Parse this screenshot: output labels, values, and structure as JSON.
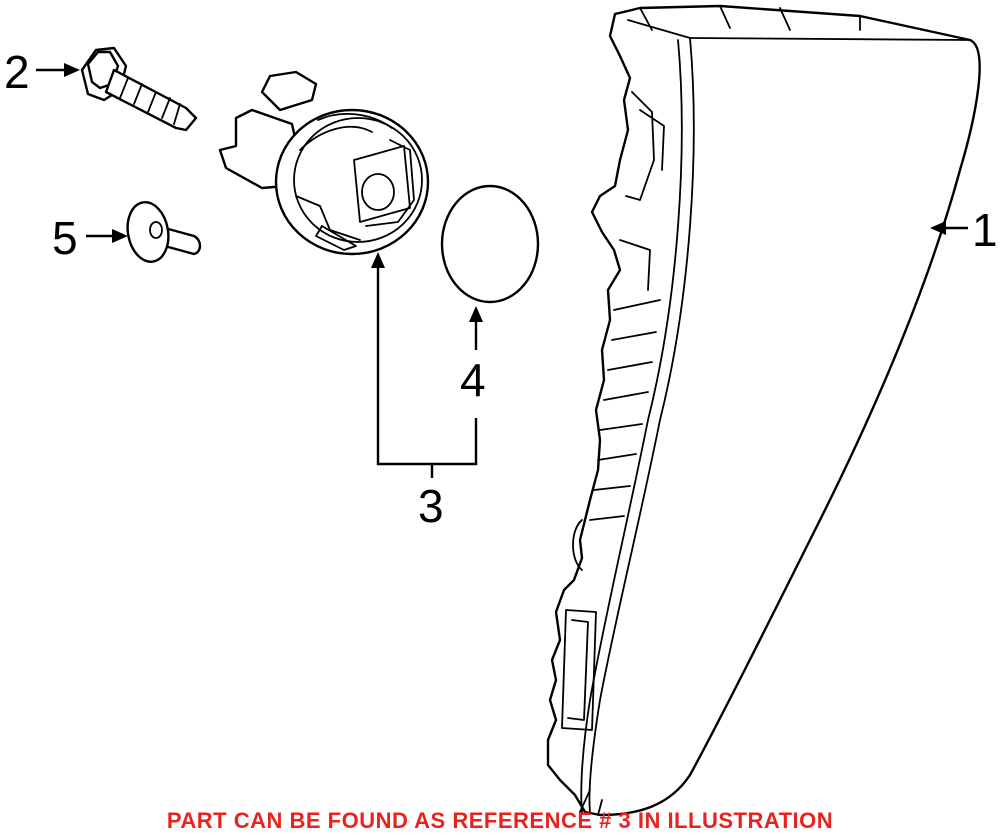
{
  "callouts": {
    "c1": "1",
    "c2": "2",
    "c3": "3",
    "c4": "4",
    "c5": "5"
  },
  "note": {
    "text": "PART CAN BE FOUND AS REFERENCE # 3 IN ILLUSTRATION",
    "color": "#e8231f"
  },
  "colors": {
    "line": "#000000",
    "background": "#ffffff"
  }
}
